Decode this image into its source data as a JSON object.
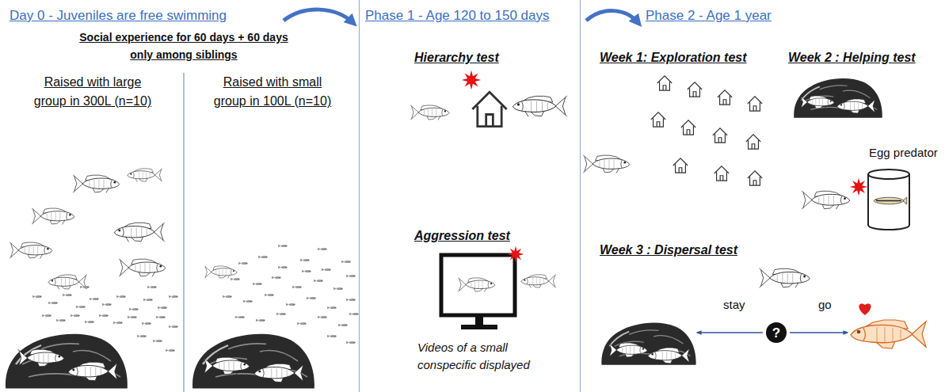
{
  "diagram": {
    "nodes": [
      {
        "text": [
          "Day 0 - Juveniles are free swimming"
        ]
      },
      {
        "text": [
          "Phase 1 - Age 120 to 150 days"
        ]
      },
      {
        "text": [
          "Phase 2 - Age 1 year"
        ]
      },
      {
        "text": [
          "?"
        ],
        "in": 2
      }
    ],
    "labels": [
      "Social experience for 60 days + 60 days only among siblings",
      "Raised with large group in 300L (n=10)",
      "Raised with small group in 100L (n=10)",
      "Hierarchy test",
      "Aggression test",
      "Videos of a small conspecific displayed",
      "Week 1: Exploration test",
      "Week 2 : Helping test",
      "Egg predator",
      "Week 3 : Dispersal test",
      "stay",
      "go"
    ]
  }
}
